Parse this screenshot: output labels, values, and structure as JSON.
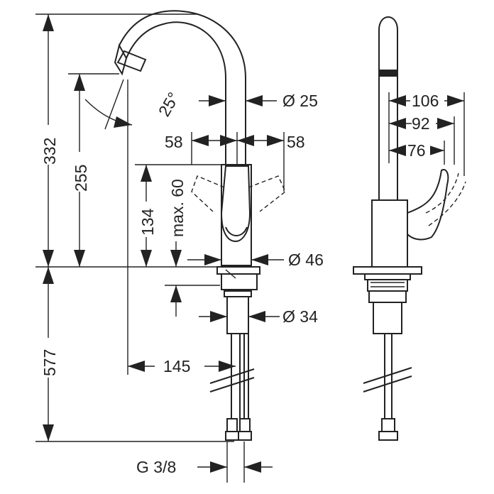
{
  "drawing": {
    "dimensions": {
      "total_height": "332",
      "spout_height": "255",
      "handle_height": "134",
      "max_opening": "max. 60",
      "lower_length": "577",
      "projection": "145",
      "swivel_angle": "25°",
      "spout_diameter": "Ø 25",
      "body_diameter": "Ø 46",
      "shank_diameter": "Ø 34",
      "handle_swing_left": "58",
      "handle_swing_right": "58",
      "side_depth_1": "106",
      "side_depth_2": "92",
      "side_depth_3": "76",
      "connection_thread": "G 3/8"
    }
  }
}
